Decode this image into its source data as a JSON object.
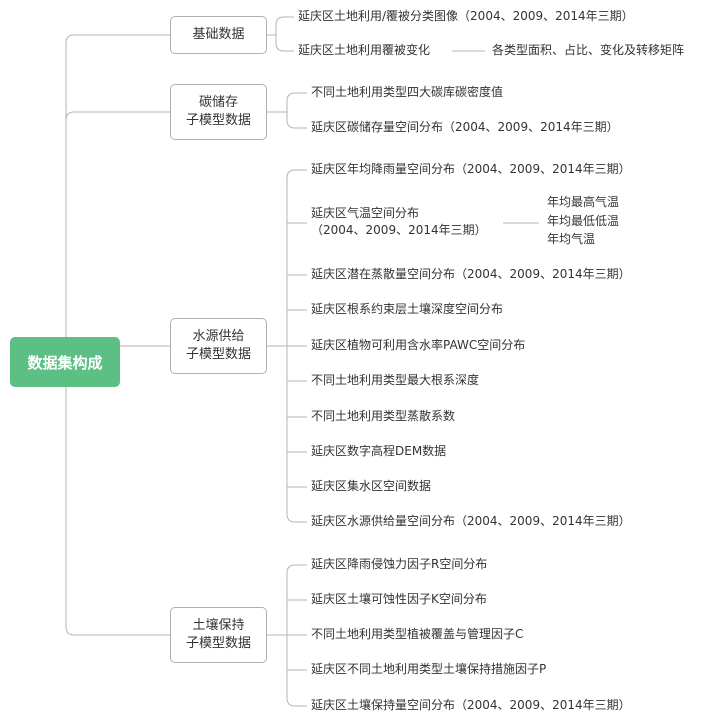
{
  "root": {
    "label": "数据集构成"
  },
  "colors": {
    "root_fill": "#5cbf84",
    "line": "#b5b5b5",
    "text": "#333333"
  },
  "branches": [
    {
      "label": "基础数据",
      "items": [
        {
          "text": "延庆区土地利用/覆被分类图像（2004、2009、2014年三期）",
          "children": []
        },
        {
          "text": "延庆区土地利用覆被变化",
          "children": [
            "各类型面积、占比、变化及转移矩阵"
          ]
        }
      ]
    },
    {
      "label": "碳储存\n子模型数据",
      "items": [
        {
          "text": "不同土地利用类型四大碳库碳密度值",
          "children": []
        },
        {
          "text": "延庆区碳储存量空间分布（2004、2009、2014年三期）",
          "children": []
        }
      ]
    },
    {
      "label": "水源供给\n子模型数据",
      "items": [
        {
          "text": "延庆区年均降雨量空间分布（2004、2009、2014年三期）",
          "children": []
        },
        {
          "text": "延庆区气温空间分布\n（2004、2009、2014年三期）",
          "children": [
            "年均最高气温",
            "年均最低低温",
            "年均气温"
          ]
        },
        {
          "text": "延庆区潜在蒸散量空间分布（2004、2009、2014年三期）",
          "children": []
        },
        {
          "text": "延庆区根系约束层土壤深度空间分布",
          "children": []
        },
        {
          "text": "延庆区植物可利用含水率PAWC空间分布",
          "children": []
        },
        {
          "text": "不同土地利用类型最大根系深度",
          "children": []
        },
        {
          "text": "不同土地利用类型蒸散系数",
          "children": []
        },
        {
          "text": "延庆区数字高程DEM数据",
          "children": []
        },
        {
          "text": "延庆区集水区空间数据",
          "children": []
        },
        {
          "text": "延庆区水源供给量空间分布（2004、2009、2014年三期）",
          "children": []
        }
      ]
    },
    {
      "label": "土壤保持\n子模型数据",
      "items": [
        {
          "text": "延庆区降雨侵蚀力因子R空间分布",
          "children": []
        },
        {
          "text": "延庆区土壤可蚀性因子K空间分布",
          "children": []
        },
        {
          "text": "不同土地利用类型植被覆盖与管理因子C",
          "children": []
        },
        {
          "text": "延庆区不同土地利用类型土壤保持措施因子P",
          "children": []
        },
        {
          "text": "延庆区土壤保持量空间分布（2004、2009、2014年三期）",
          "children": []
        }
      ]
    }
  ]
}
